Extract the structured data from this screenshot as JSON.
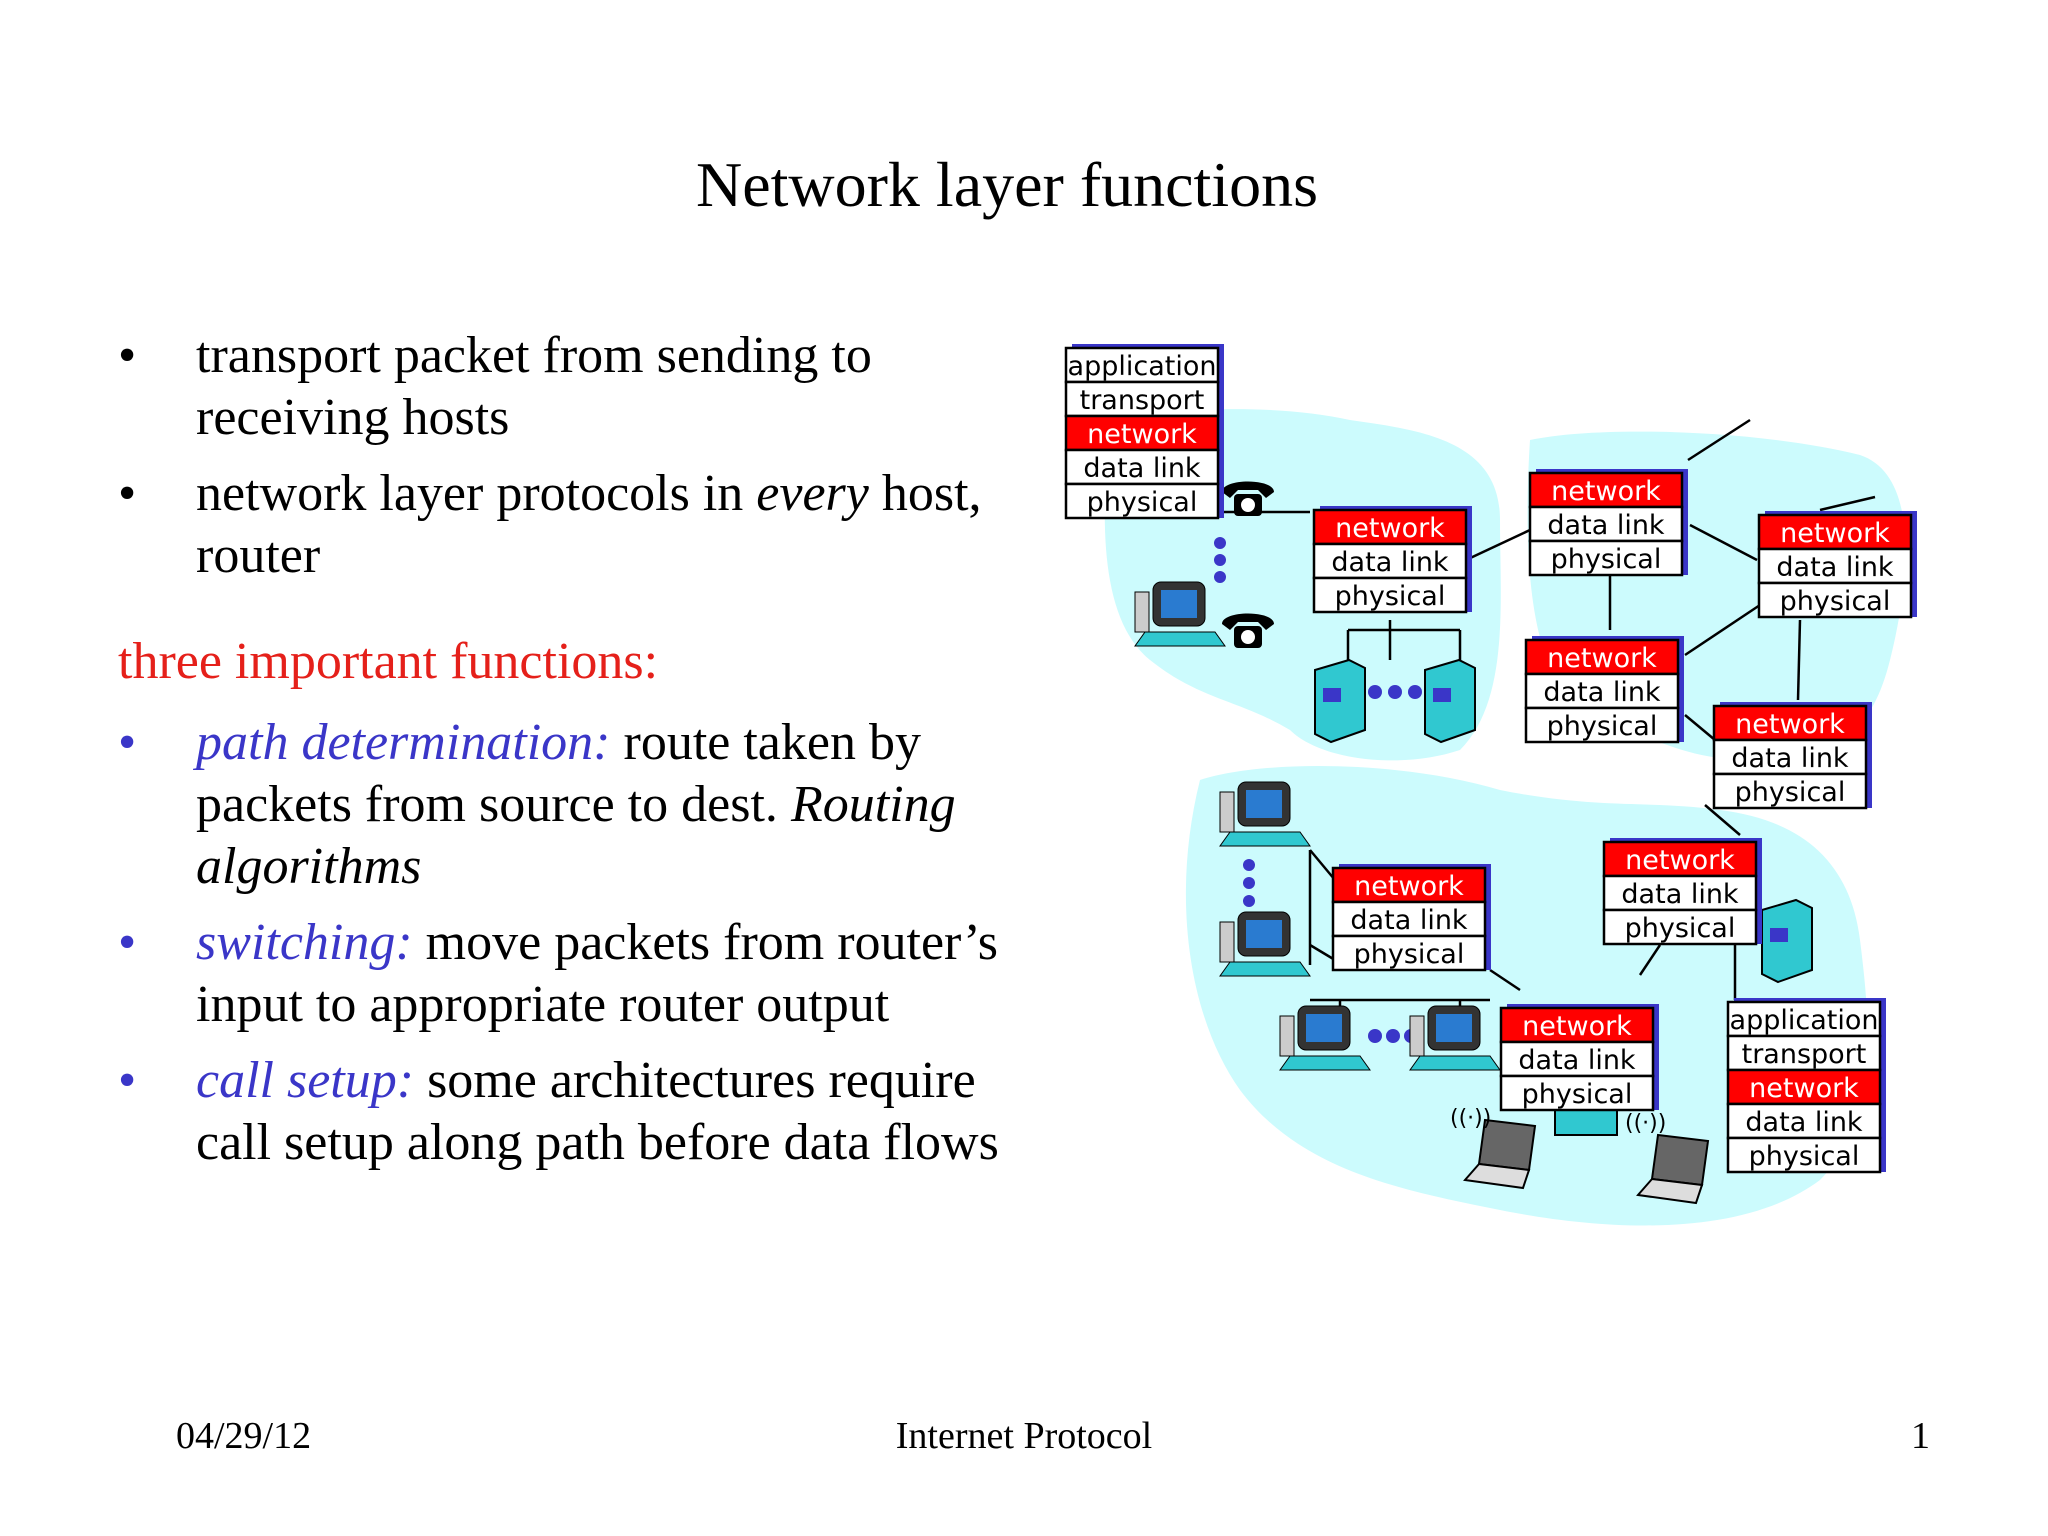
{
  "slide": {
    "title": "Network layer functions",
    "bullets": [
      {
        "text": "transport packet from sending to receiving hosts"
      },
      {
        "prefix": "network layer protocols in ",
        "emphasis": "every",
        "suffix": " host, router"
      }
    ],
    "subheading": "three important functions:",
    "functions": [
      {
        "term": "path determination:",
        "desc": " route taken by packets from source to dest. ",
        "extra": "Routing algorithms"
      },
      {
        "term": "switching:",
        "desc": " move packets from router’s input to appropriate router output"
      },
      {
        "term": "call setup:",
        "desc": " some architectures require call setup along path before data flows"
      }
    ]
  },
  "diagram": {
    "layers": {
      "application": "application",
      "transport": "transport",
      "network": "network",
      "data_link": "data link",
      "physical": "physical"
    },
    "colors": {
      "network_layer": "#ff0000",
      "cloud": "#ccfbfd",
      "device": "#30c8d0"
    }
  },
  "footer": {
    "date": "04/29/12",
    "center": "Internet Protocol",
    "page": "1"
  }
}
